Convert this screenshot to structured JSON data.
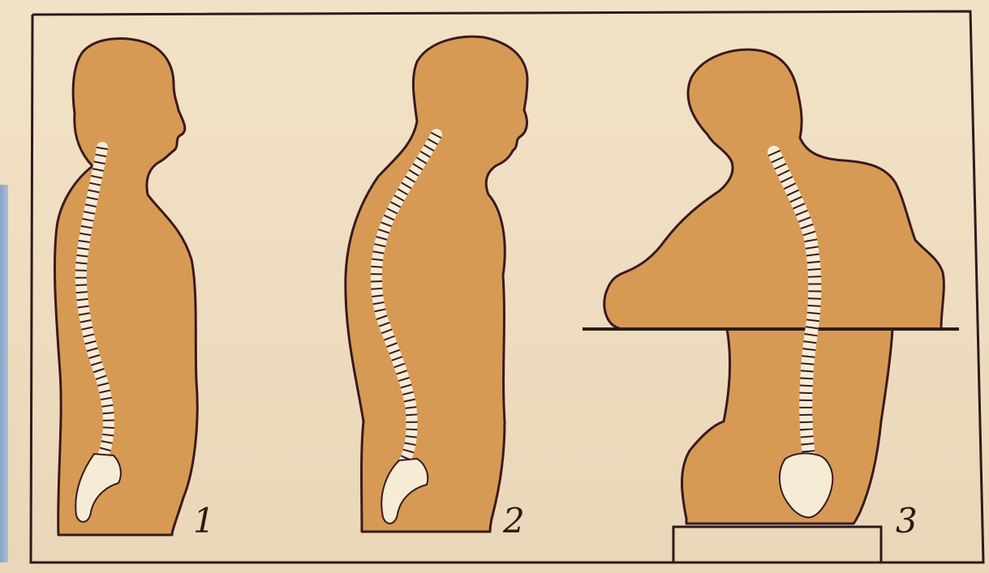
{
  "figures": [
    {
      "label": "1"
    },
    {
      "label": "2"
    },
    {
      "label": "3"
    }
  ],
  "colors": {
    "paper": "#efe1c8",
    "body_fill": "#d79a55",
    "outline": "#3a1a1e",
    "spine": "#f6ecd6",
    "frame": "#2b1b1a"
  }
}
